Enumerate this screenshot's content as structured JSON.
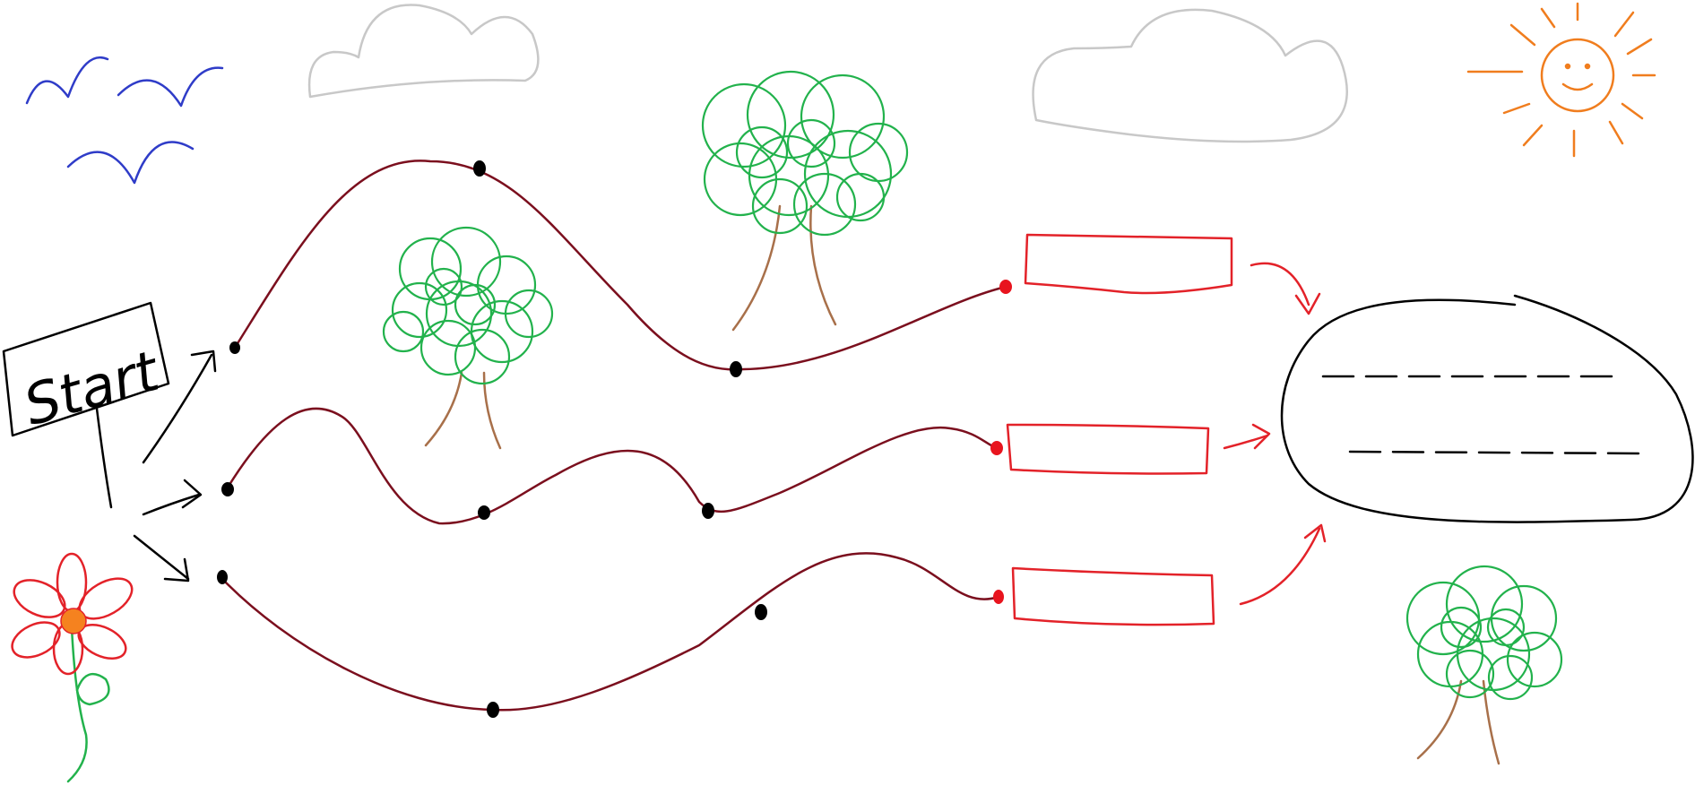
{
  "sign": {
    "label": "Start"
  },
  "colors": {
    "path": "#7b0f1e",
    "path_start_dot": "#000000",
    "path_end_dot": "#e8141e",
    "box": "#e32229",
    "arrow_black": "#000000",
    "arrow_red": "#e32229",
    "summary_blob": "#000000",
    "cloud": "#c8c8c8",
    "bird": "#2f3cc8",
    "sun": "#f07d1e",
    "tree_crown": "#22b24c",
    "tree_trunk": "#a8704a",
    "flower_petal": "#e32229",
    "flower_center": "#f5821f",
    "flower_stem": "#22b24c"
  },
  "diagram": {
    "paths": [
      {
        "id": "top",
        "milestones": 2,
        "result_box": "empty"
      },
      {
        "id": "middle",
        "milestones": 2,
        "result_box": "empty"
      },
      {
        "id": "bottom",
        "milestones": 2,
        "result_box": "empty"
      }
    ],
    "summary": {
      "lines": 2
    }
  },
  "decorations": [
    "birds",
    "clouds",
    "sun",
    "trees",
    "flower"
  ]
}
